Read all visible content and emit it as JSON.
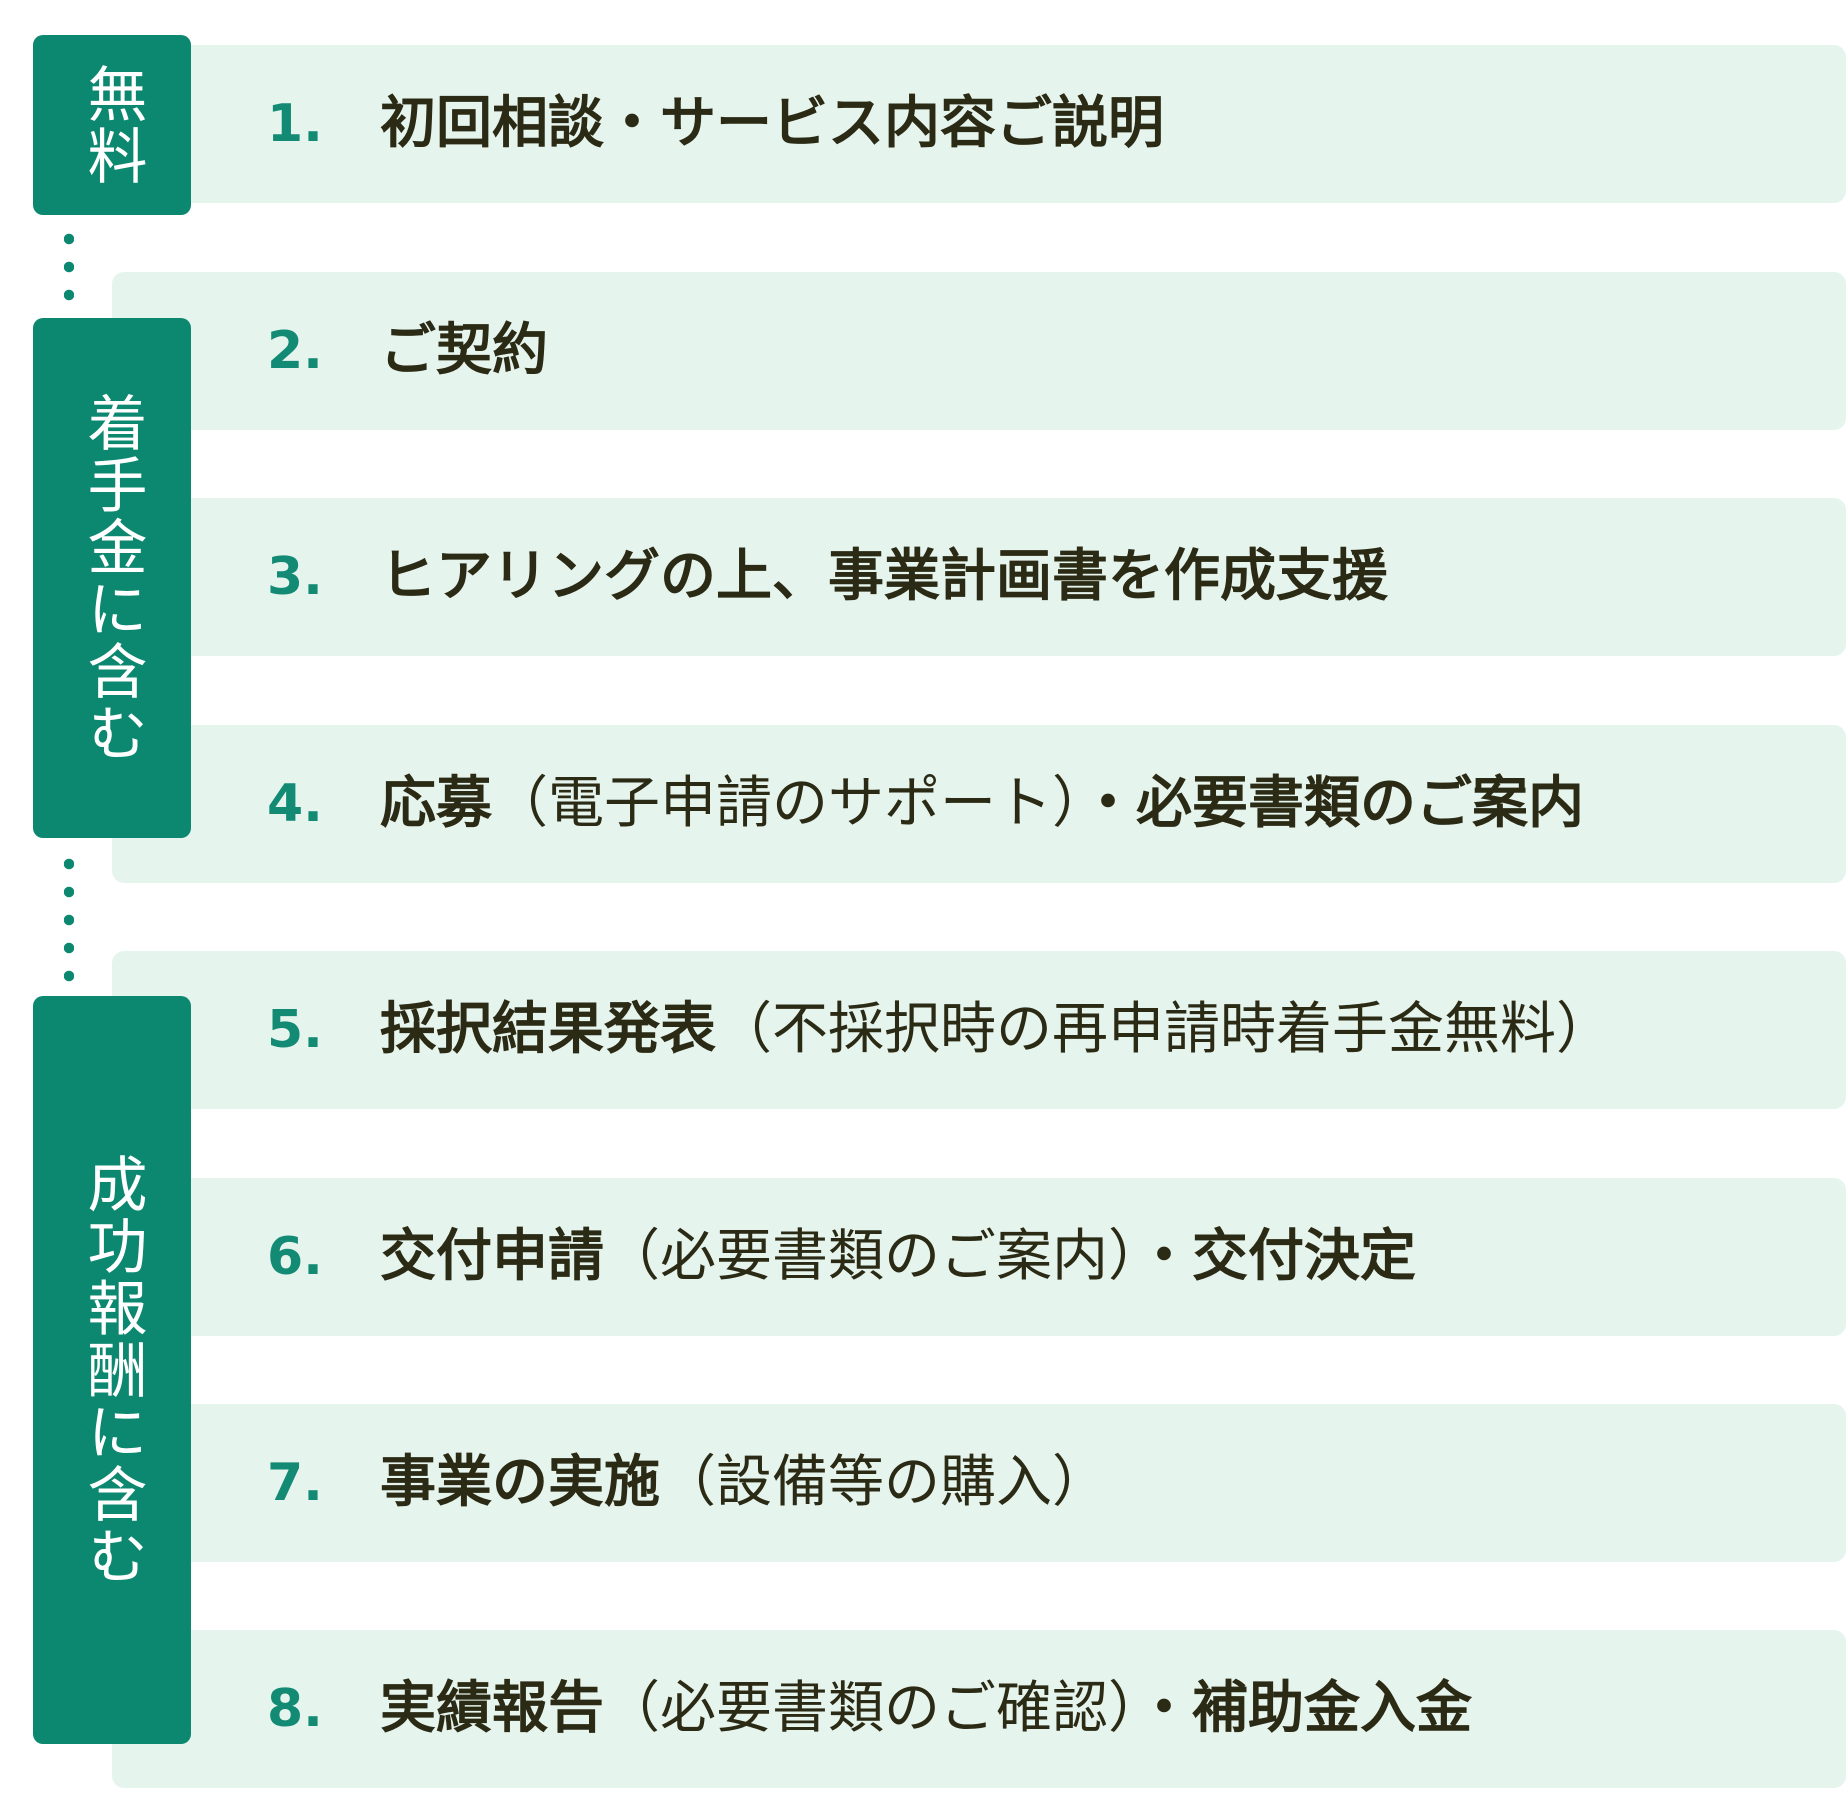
{
  "colors": {
    "accent": "#0c8870",
    "step_number": "#138a74",
    "step_background": "#e6f4ee",
    "step_text": "#2b2a14"
  },
  "phases": [
    {
      "label": "無料"
    },
    {
      "label": "着手金に含む"
    },
    {
      "label": "成功報酬に含む"
    }
  ],
  "steps": [
    {
      "number": "1.",
      "title": "初回相談・サービス内容ご説明",
      "note": "",
      "tail": ""
    },
    {
      "number": "2.",
      "title": "ご契約",
      "note": "",
      "tail": ""
    },
    {
      "number": "3.",
      "title": "ヒアリングの上、事業計画書を作成支援",
      "note": "",
      "tail": ""
    },
    {
      "number": "4.",
      "title": "応募",
      "note": "（電子申請のサポート）",
      "tail": "・必要書類のご案内"
    },
    {
      "number": "5.",
      "title": "採択結果発表",
      "note": "（不採択時の再申請時着手金無料）",
      "tail": ""
    },
    {
      "number": "6.",
      "title": "交付申請",
      "note": "（必要書類のご案内）",
      "tail": "・交付決定"
    },
    {
      "number": "7.",
      "title": "事業の実施",
      "note": "（設備等の購入）",
      "tail": ""
    },
    {
      "number": "8.",
      "title": "実績報告",
      "note": "（必要書類のご確認）",
      "tail": "・補助金入金"
    }
  ]
}
